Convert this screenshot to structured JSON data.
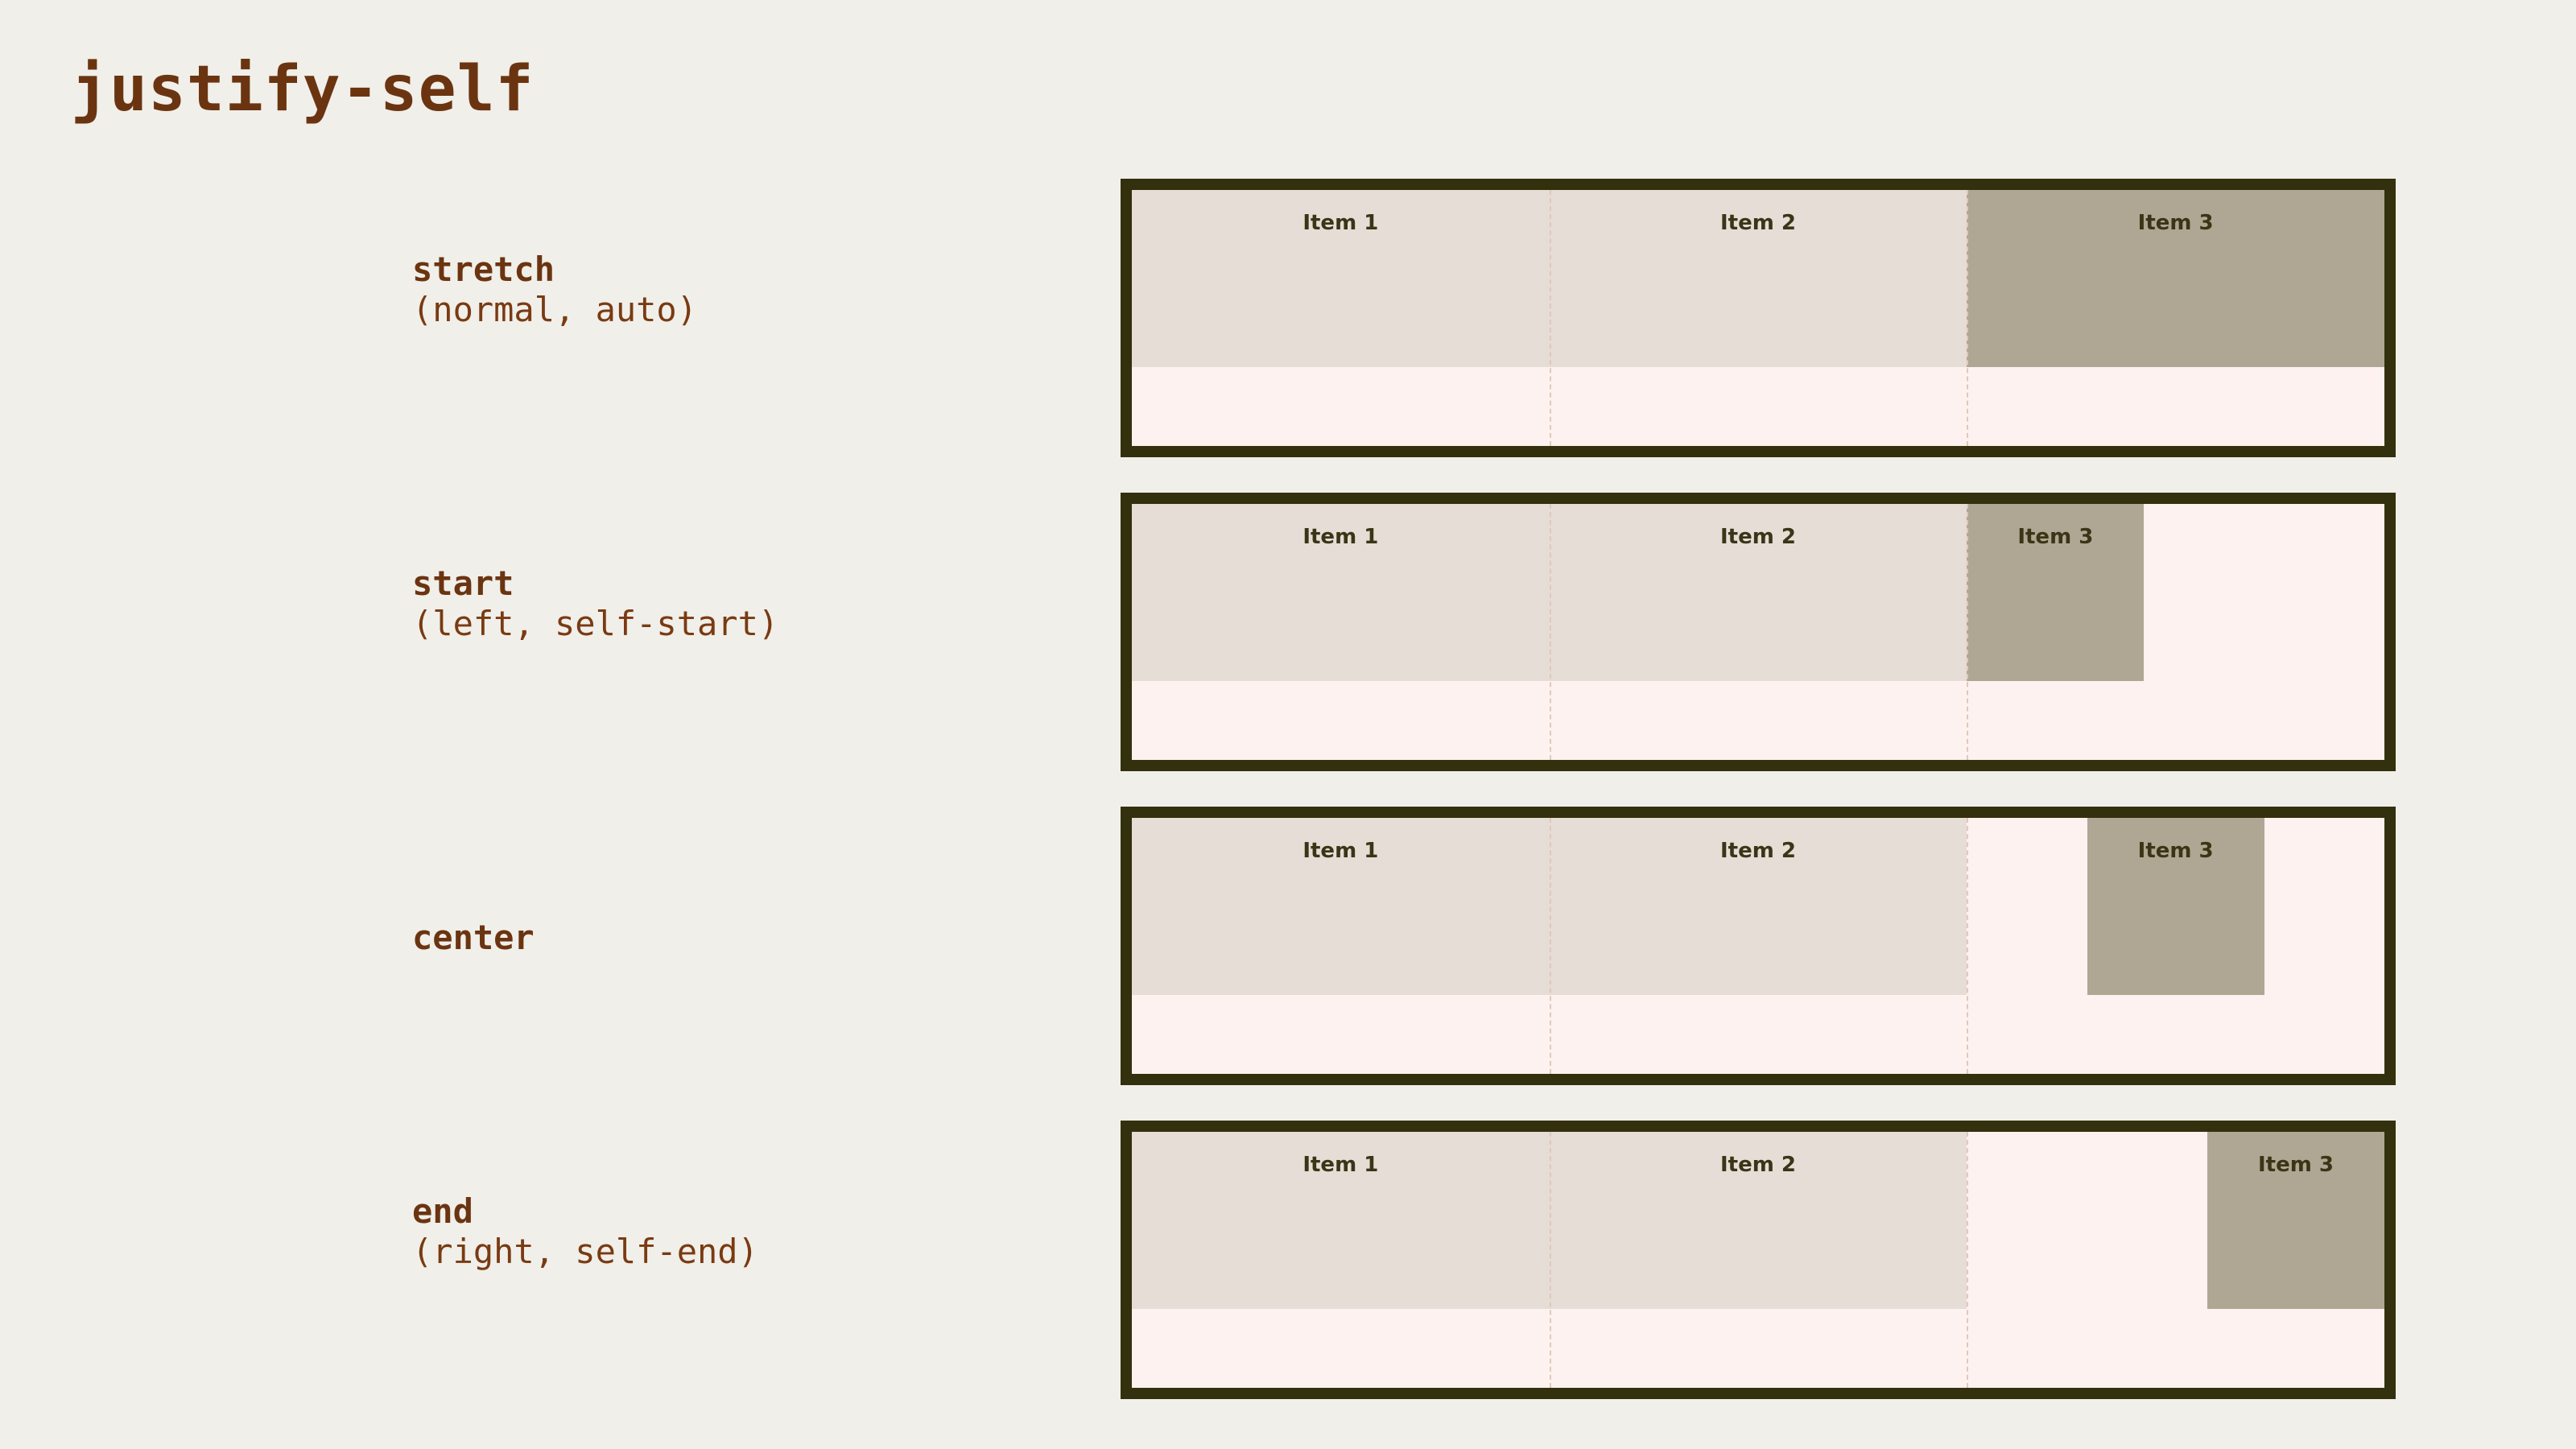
{
  "page": {
    "title": "justify-self",
    "background_color": "#f0efea",
    "title_color": "#6b3410"
  },
  "palette": {
    "container_border": "#33300d",
    "container_background": "#fdf2ef",
    "item_background": "#e5ddd6",
    "item_accent_background": "#b0a694",
    "item_text": "#3a3516",
    "label_text": "#6b3410",
    "column_guide": "#e0c8bd"
  },
  "items_labels": {
    "item1": "Item 1",
    "item2": "Item 2",
    "item3": "Item 3"
  },
  "rows": [
    {
      "name": "stretch",
      "alias": "(normal, auto)",
      "justify_self": "stretch",
      "items": [
        "Item 1",
        "Item 2",
        "Item 3"
      ]
    },
    {
      "name": "start",
      "alias": "(left, self-start)",
      "justify_self": "start",
      "items": [
        "Item 1",
        "Item 2",
        "Item 3"
      ]
    },
    {
      "name": "center",
      "alias": "",
      "justify_self": "center",
      "items": [
        "Item 1",
        "Item 2",
        "Item 3"
      ]
    },
    {
      "name": "end",
      "alias": "(right, self-end)",
      "justify_self": "end",
      "items": [
        "Item 1",
        "Item 2",
        "Item 3"
      ]
    }
  ]
}
